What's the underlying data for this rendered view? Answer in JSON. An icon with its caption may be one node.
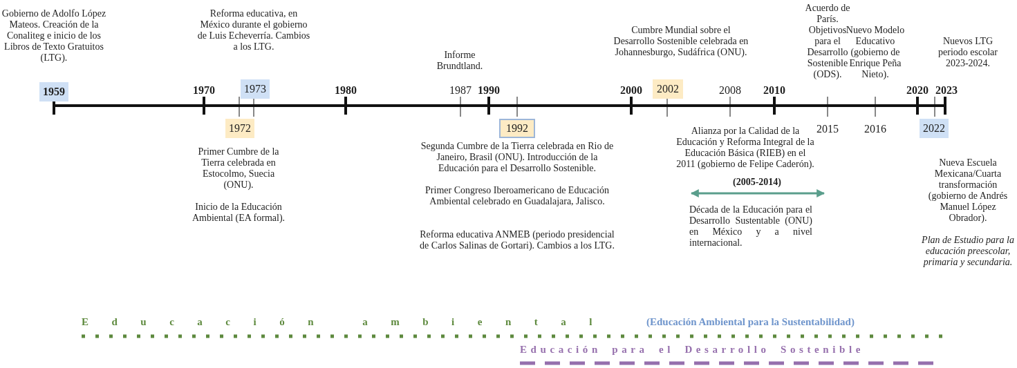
{
  "diagram": {
    "nodes": [
      {
        "text": [
          "1959"
        ],
        "beside": [
          "Gobierno de Adolfo López Mateos. Creación de la Conaliteg e inicio de los Libros de Texto Gratuitos (LTG)."
        ]
      },
      {
        "text": [
          "1973"
        ],
        "beside": [
          "Reforma educativa, en México durante el gobierno de Luis Echeverría. Cambios a los LTG."
        ]
      },
      {
        "text": [
          "1972"
        ],
        "beside": [
          "Primer Cumbre de la Tierra celebrada en Estocolmo, Suecia (ONU).",
          "Inicio de la Educación Ambiental (EA formal)."
        ]
      },
      {
        "text": [
          "1992"
        ],
        "beside": [
          "Segunda Cumbre de la Tierra celebrada en Rio de Janeiro, Brasil (ONU). Introducción de la Educación para el Desarrollo Sostenible.",
          "Primer Congreso Iberoamericano de Educación Ambiental celebrado en Guadalajara, Jalisco.",
          "Reforma educativa ANMEB (periodo presidencial de Carlos Salinas de Gortari). Cambios a los LTG."
        ]
      },
      {
        "text": [
          "2002"
        ],
        "beside": [
          "Cumbre Mundial sobre el Desarrollo Sostenible celebrada en Johannesburgo, Sudáfrica (ONU)."
        ]
      },
      {
        "text": [
          "2022"
        ],
        "beside": [
          "Nueva Escuela Mexicana/Cuarta transformación (gobierno de Andrés Manuel López Obrador).",
          "Plan de Estudio para la educación preescolar, primaria y secundaria."
        ]
      }
    ],
    "labels": [
      "1970",
      "1980",
      "Informe Brundtland.",
      "1987",
      "1990",
      "2000",
      "2008",
      "2010",
      "Alianza por la Calidad de la Educación y Reforma Integral de la Educación Básica (RIEB) en el 2011 (gobierno de Felipe Caderón).",
      "(2005-2014)",
      "Década de la Educación para el Desarrollo Sustentable (ONU) en México y a nivel internacional.",
      "Acuerdo de París. Objetivos para el Desarrollo Sostenible (ODS).",
      "2015",
      "Nuevo Modelo Educativo (gobierno de Enrique Peña Nieto).",
      "2016",
      "2020",
      "Nuevos LTG periodo escolar 2023-2024.",
      "2023",
      "Educación ambiental",
      "(Educación Ambiental para la Sustentabilidad)",
      "Educación para el Desarrollo Sostenible"
    ]
  }
}
